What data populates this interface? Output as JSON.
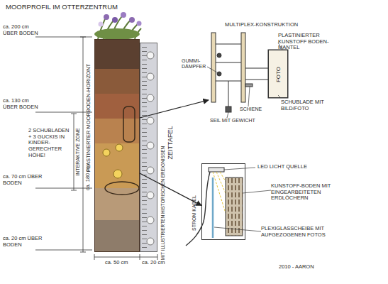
{
  "diagram": {
    "title": "MOORPROFIL IM OTTERZENTRUM",
    "nodes": [
      {
        "text": [
          "PLASTINIERTER MOORBODEN-HORIZONT"
        ]
      },
      {
        "text": [
          "ZEITTAFEL",
          "MIT ILLUSTRIERTEN HISTORISCHEN EREIGNISSEN"
        ]
      },
      {
        "text": [
          "MULTIPLEX-KONSTRUKTION"
        ]
      },
      {
        "text": [
          "FOTO"
        ]
      },
      {
        "text": [
          "LED LICHT QUELLE"
        ]
      }
    ],
    "edges": [
      {
        "from": 0,
        "to": 2,
        "arrow": "to"
      },
      {
        "from": 0,
        "to": 4,
        "arrow": "to"
      }
    ],
    "labels": [
      "ca. 200 cm ÜBER BODEN",
      "ca. 130 cm ÜBER BODEN",
      "2 SCHUBLADEN + 3 GUCKIS IN KINDER-GERECHTER HÖHE!",
      "INTERAKTIVE ZONE",
      "ca. 70 cm ÜBER BODEN",
      "ca. 20 cm ÜBER BODEN",
      "ca. 180 cm",
      "ca. 50 cm",
      "ca. 20 cm",
      "GUMMI-DÄMPFER",
      "PLASTINIERTER KUNSTOFF BODEN-MANTEL",
      "SCHUBLADE MIT BILD/FOTO",
      "SCHIENE",
      "SEIL MIT GEWICHT",
      "STROM KABEL",
      "KUNSTOFF-BODEN MIT EINGEARBEITETEN ERDLÖCHERN",
      "PLEXIGLASSCHEIBE MIT AUFGEZOGENEN FOTOS",
      "2010 - AARON"
    ]
  }
}
